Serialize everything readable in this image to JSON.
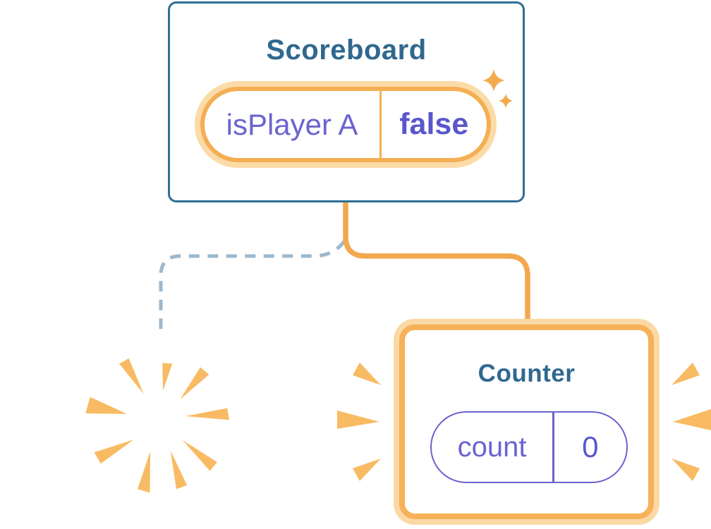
{
  "diagram": {
    "description": "Component state tree: Scoreboard keeps state while child Counter is freshly mounted and old child is destroyed",
    "scoreboard": {
      "title": "Scoreboard",
      "state": {
        "name": "isPlayer A",
        "value": "false"
      }
    },
    "counter": {
      "title": "Counter",
      "state": {
        "name": "count",
        "value": "0"
      }
    },
    "removed_component": {
      "label": ""
    },
    "connections": {
      "scoreboard_to_counter": "solid-highlighted",
      "scoreboard_to_removed": "dashed"
    },
    "icons": {
      "sparkles": "sparkles-icon (new state created)",
      "poof": "poof-explosion-icon (component destroyed)",
      "emphasis": "emphasis-rays-icon (freshly mounted)"
    },
    "colors": {
      "card_border_blue": "#2E6E96",
      "title_text": "#30688F",
      "state_text_purple": "#6B63D0",
      "state_value_purple": "#5A57CD",
      "highlight_orange": "#F5AE53",
      "highlight_orange_light": "#FBDBA7",
      "connector_orange": "#F3A84E",
      "ray_orange": "#F8BB63",
      "dashed_connector_blue": "#9CB8CD",
      "background": "#FFFFFF"
    }
  }
}
